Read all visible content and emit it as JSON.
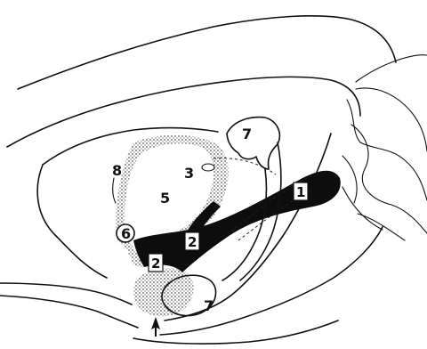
{
  "labels": {
    "n1": "1",
    "n2a": "2",
    "n2b": "2",
    "n3": "3",
    "n5": "5",
    "n6": "6",
    "n7a": "7",
    "n7b": "7",
    "n8": "8"
  },
  "colors": {
    "ink": "#111111",
    "stipple": "#9a9a9a",
    "black_region": "#0d0d0d",
    "background": "#ffffff"
  }
}
